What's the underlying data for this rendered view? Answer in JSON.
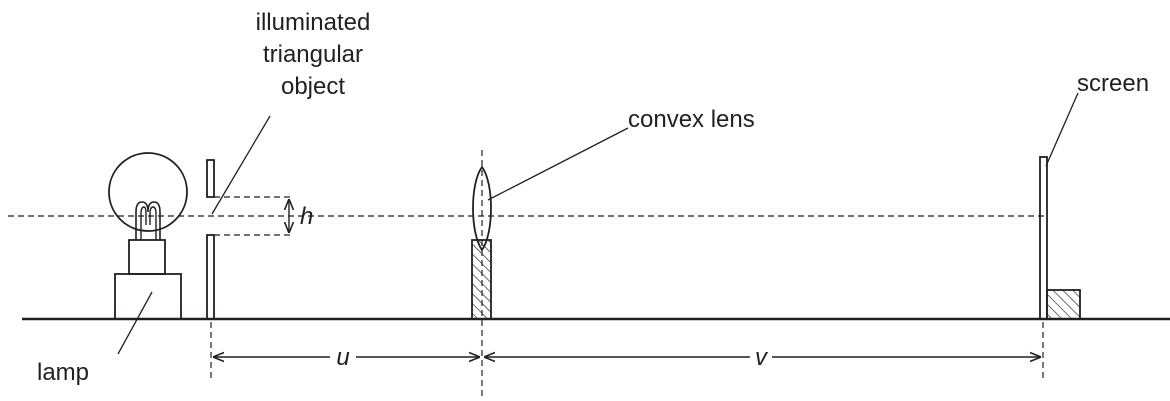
{
  "labels": {
    "object_line1": "illuminated",
    "object_line2": "triangular",
    "object_line3": "object",
    "lens": "convex lens",
    "screen": "screen",
    "lamp": "lamp",
    "h": "h",
    "u": "u",
    "v": "v"
  },
  "colors": {
    "ink": "#231f20",
    "background": "#ffffff"
  }
}
